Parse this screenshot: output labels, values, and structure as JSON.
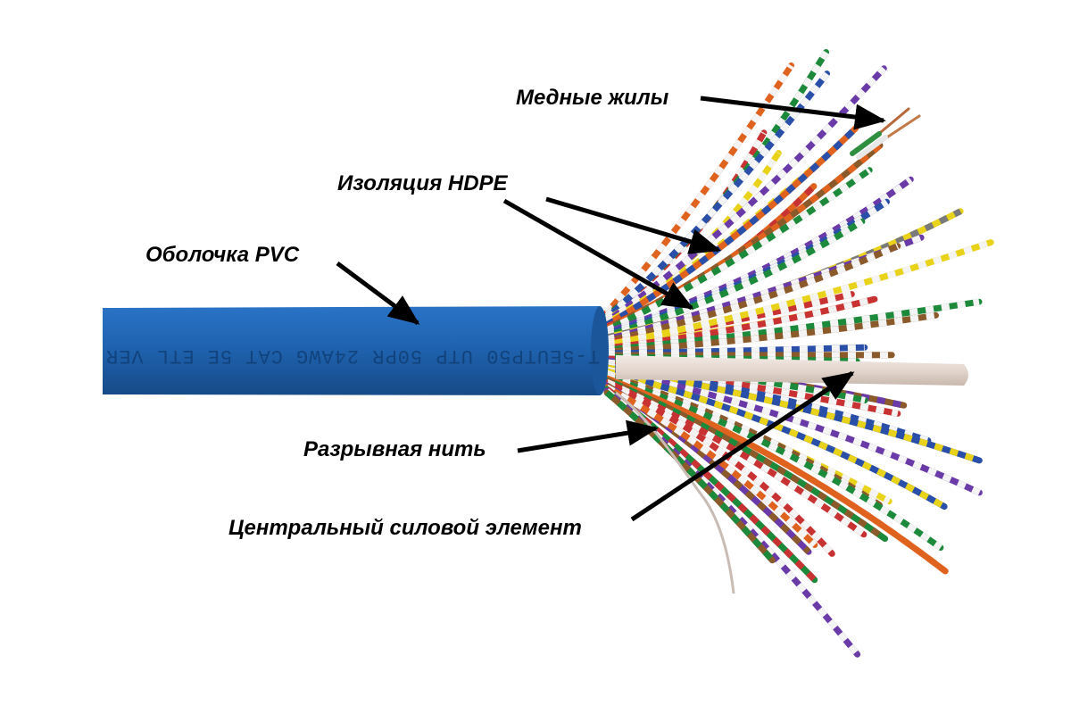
{
  "labels": {
    "copper_conductors": "Медные жилы",
    "hdpe_insulation": "Изоляция HDPE",
    "pvc_jacket": "Оболочка PVC",
    "rip_cord": "Разрывная нить",
    "central_strength_member": "Центральный силовой элемент"
  },
  "jacket_print": "T-5EUTP50 UTP 50PR 24AWG CAT 5E ETL VER",
  "colors": {
    "jacket": "#1f63b0",
    "jacket_dark": "#164a87",
    "central_member": "#e8dcd4",
    "arrow": "#000000",
    "background": "#ffffff",
    "wire_palette": [
      "#1c8a3a",
      "#e0621f",
      "#6a3aa8",
      "#2a4fa8",
      "#c83232",
      "#8a5a2a",
      "#e8d21a",
      "#7a7a7a",
      "#f2f2f2",
      "#111111"
    ]
  }
}
